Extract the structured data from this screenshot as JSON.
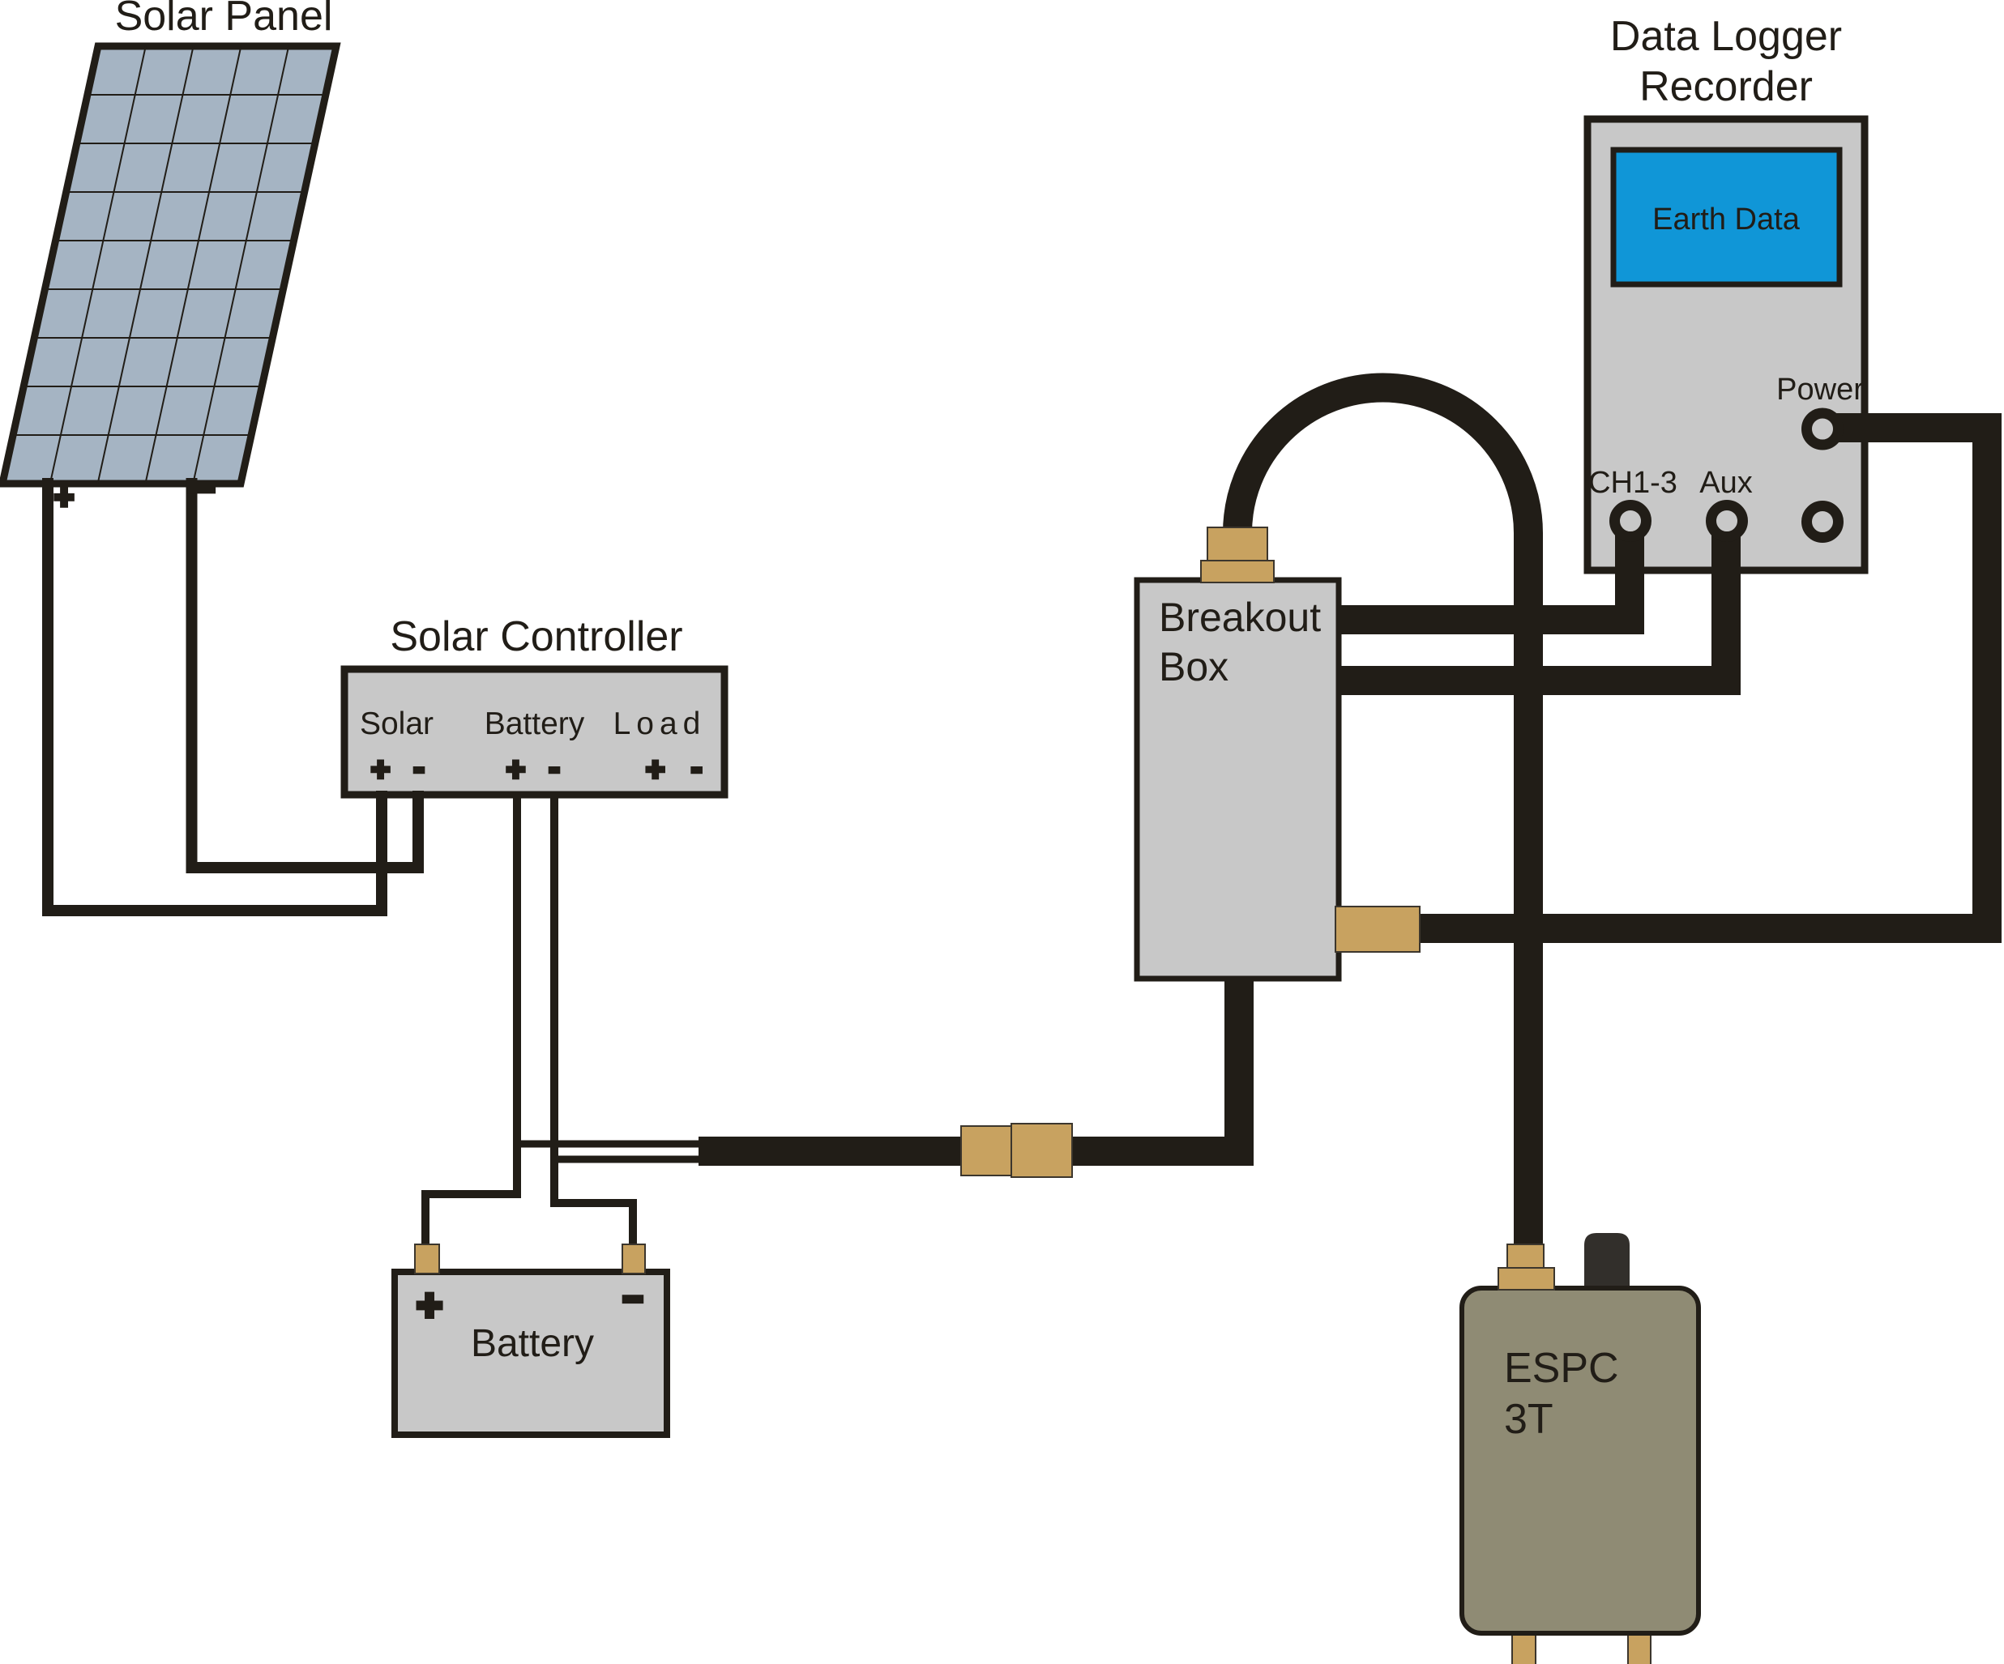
{
  "colors": {
    "background": "#ffffff",
    "ink": "#211d17",
    "gray": "#c8c8c8",
    "tan": "#c8a260",
    "tan-edge": "#3c362d",
    "panel-blue": "#a5b4c3",
    "screen-blue": "#1096d7",
    "olive": "#8f8b74",
    "knob": "#322f2b"
  },
  "diagram": {
    "solar_panel": {
      "title": "Solar Panel",
      "plus_label": "+",
      "minus_label": "−",
      "grid": {
        "columns": 5,
        "rows": 9
      }
    },
    "solar_controller": {
      "title": "Solar Controller",
      "terminals": [
        {
          "name": "Solar",
          "plus": "+",
          "minus": "-"
        },
        {
          "name": "Battery",
          "plus": "+",
          "minus": "-"
        },
        {
          "name": "Load",
          "plus": "+",
          "minus": "-"
        }
      ]
    },
    "battery": {
      "label": "Battery",
      "plus_label": "+",
      "minus_label": "−"
    },
    "breakout_box": {
      "label_line1": "Breakout",
      "label_line2": "Box"
    },
    "data_logger": {
      "title_line1": "Data Logger",
      "title_line2": "Recorder",
      "screen_label": "Earth Data",
      "ports": {
        "power": "Power",
        "channels": "CH1-3",
        "aux": "Aux"
      }
    },
    "espc_sensor": {
      "label_line1": "ESPC",
      "label_line2": "3T"
    }
  }
}
